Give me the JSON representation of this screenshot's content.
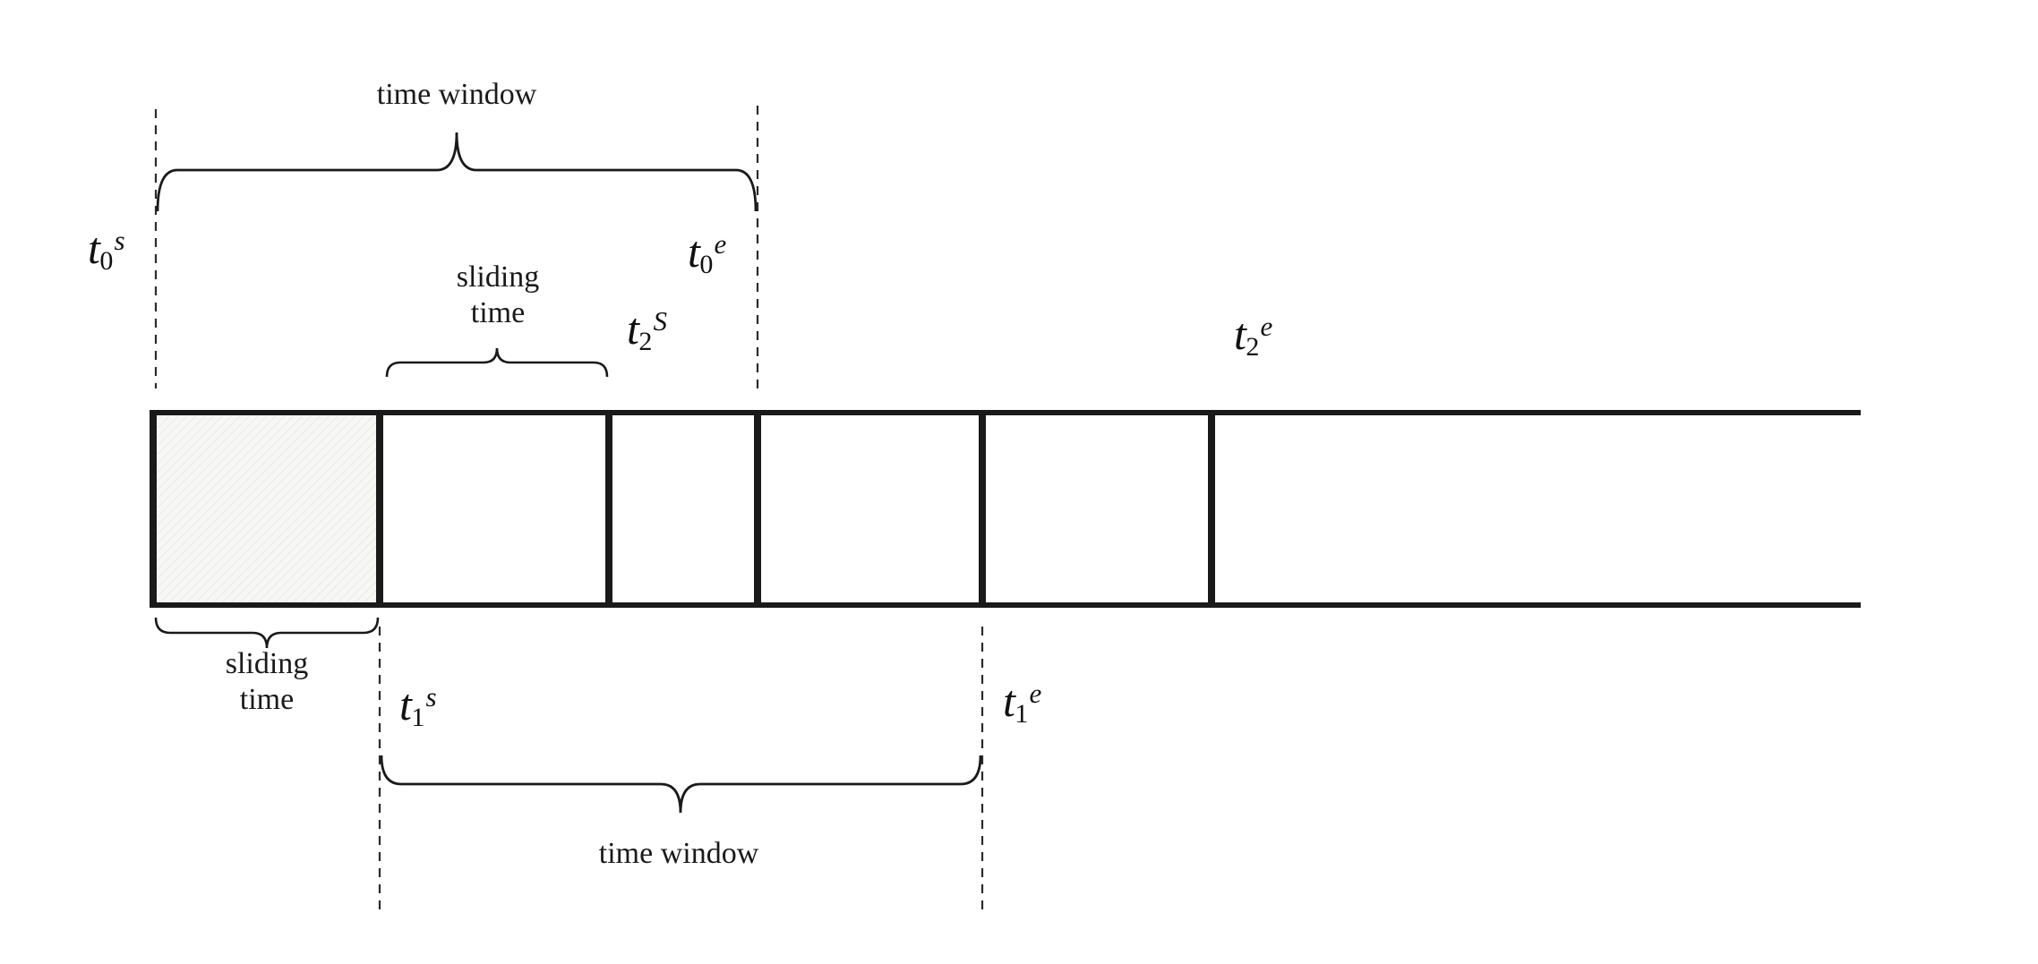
{
  "diagram": {
    "background_color": "#ffffff",
    "line_color": "#1a1a1a",
    "labels": {
      "time_window_top": "time window",
      "time_window_bottom": "time window",
      "sliding_time_top": {
        "line1": "sliding",
        "line2": "time"
      },
      "sliding_time_bottom": {
        "line1": "sliding",
        "line2": "time"
      },
      "t0s": {
        "base": "t",
        "sub": "0",
        "sup": "s"
      },
      "t0e": {
        "base": "t",
        "sub": "0",
        "sup": "e"
      },
      "t1s": {
        "base": "t",
        "sub": "1",
        "sup": "s"
      },
      "t1e": {
        "base": "t",
        "sub": "1",
        "sup": "e"
      },
      "t2s": {
        "base": "t",
        "sub": "2",
        "sup": "S"
      },
      "t2e": {
        "base": "t",
        "sub": "2",
        "sup": "e"
      }
    }
  }
}
